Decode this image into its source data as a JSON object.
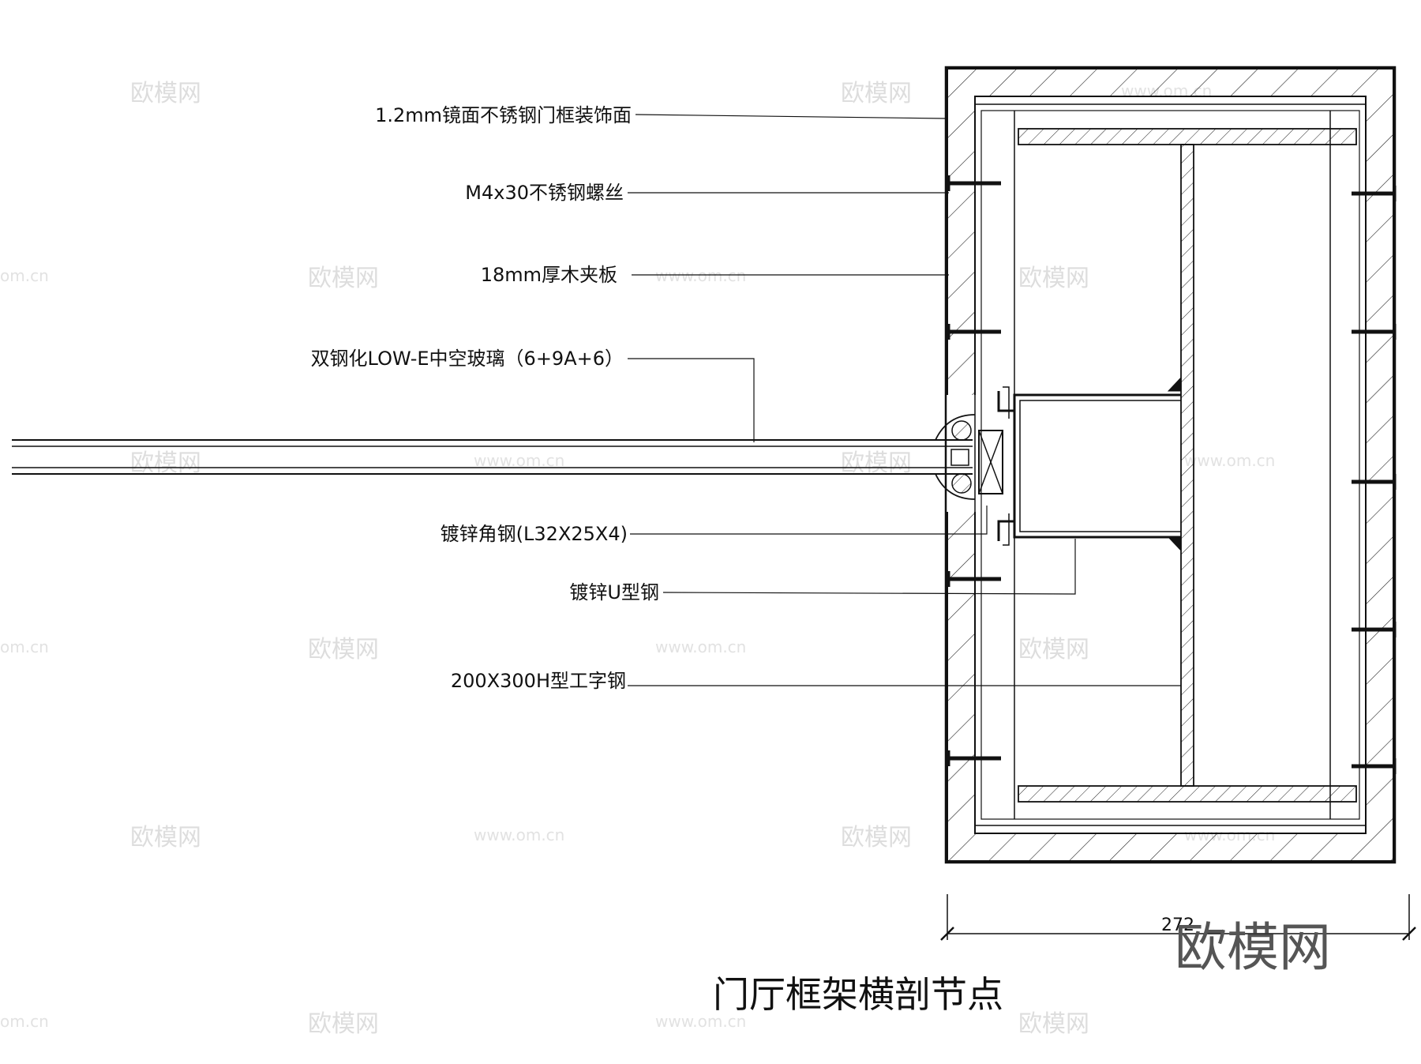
{
  "labels": {
    "mirror_steel_face": "1.2mm镜面不锈钢门框装饰面",
    "screw": "M4x30不锈钢螺丝",
    "plywood": "18mm厚木夹板",
    "glass": "双钢化LOW-E中空玻璃（6+9A+6）",
    "angle_steel": "镀锌角钢(L32X25X4)",
    "u_steel": "镀锌U型钢",
    "h_beam": "200X300H型工字钢"
  },
  "dimension": {
    "width_value": "272"
  },
  "title": "门厅框架横剖节点",
  "watermarks": {
    "brand": "欧模网",
    "url": "www.om.cn",
    "url_short": "om.cn"
  },
  "logo": "欧模网",
  "colors": {
    "line": "#111111",
    "watermark": "#dddddd",
    "logo": "#555555"
  }
}
